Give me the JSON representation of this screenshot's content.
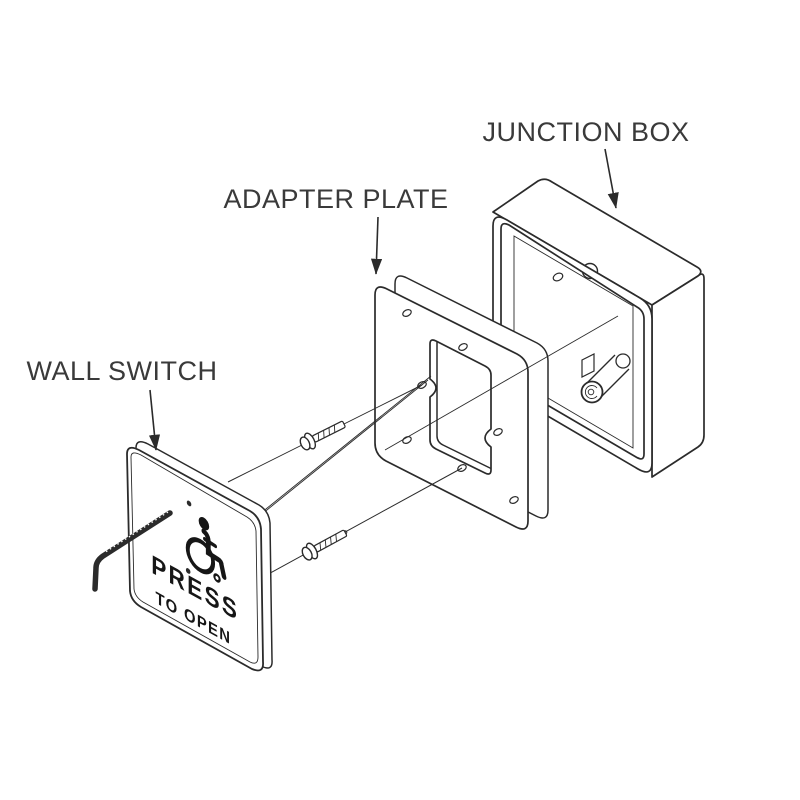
{
  "labels": {
    "junction_box": "JUNCTION BOX",
    "adapter_plate": "ADAPTER PLATE",
    "wall_switch": "WALL SWITCH"
  },
  "wall_switch_face": {
    "symbol": "wheelchair",
    "line1": "PRESS",
    "line2": "TO OPEN"
  },
  "parts": [
    {
      "name": "wall-switch",
      "label": "WALL SWITCH"
    },
    {
      "name": "adapter-plate",
      "label": "ADAPTER PLATE"
    },
    {
      "name": "junction-box",
      "label": "JUNCTION BOX"
    },
    {
      "name": "allen-key",
      "label": ""
    },
    {
      "name": "mounting-screws",
      "label": "",
      "count": 2
    }
  ],
  "colors": {
    "background": "#ffffff",
    "line_art": "#2b2b2b",
    "label_text": "#3a3a3a",
    "switch_print": "#161616"
  }
}
